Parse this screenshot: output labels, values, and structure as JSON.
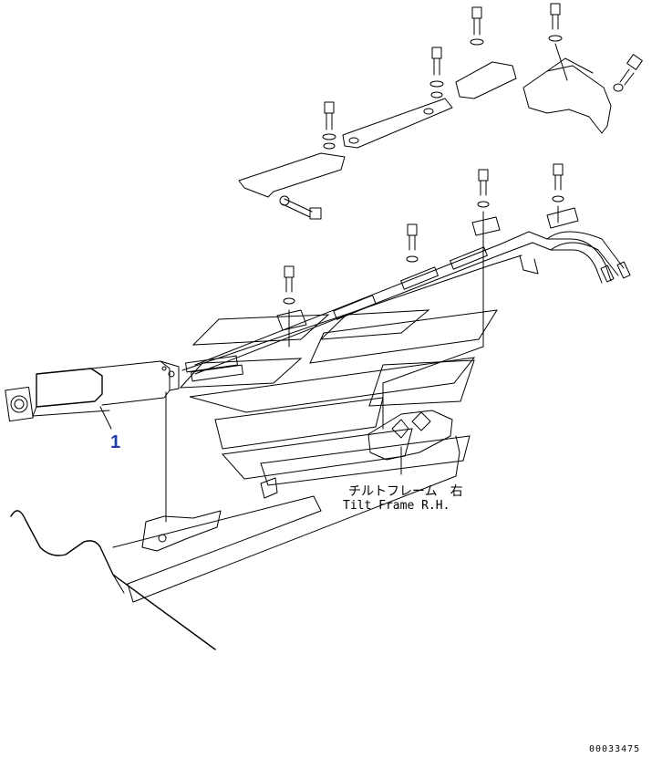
{
  "callouts": [
    {
      "number": "1"
    }
  ],
  "labels": {
    "frame_jp": "チルトフレーム　右",
    "frame_en": "Tilt Frame R.H."
  },
  "drawing_number": "00033475",
  "colors": {
    "line": "#000000",
    "callout": "#1f3fa8",
    "background": "#ffffff"
  }
}
